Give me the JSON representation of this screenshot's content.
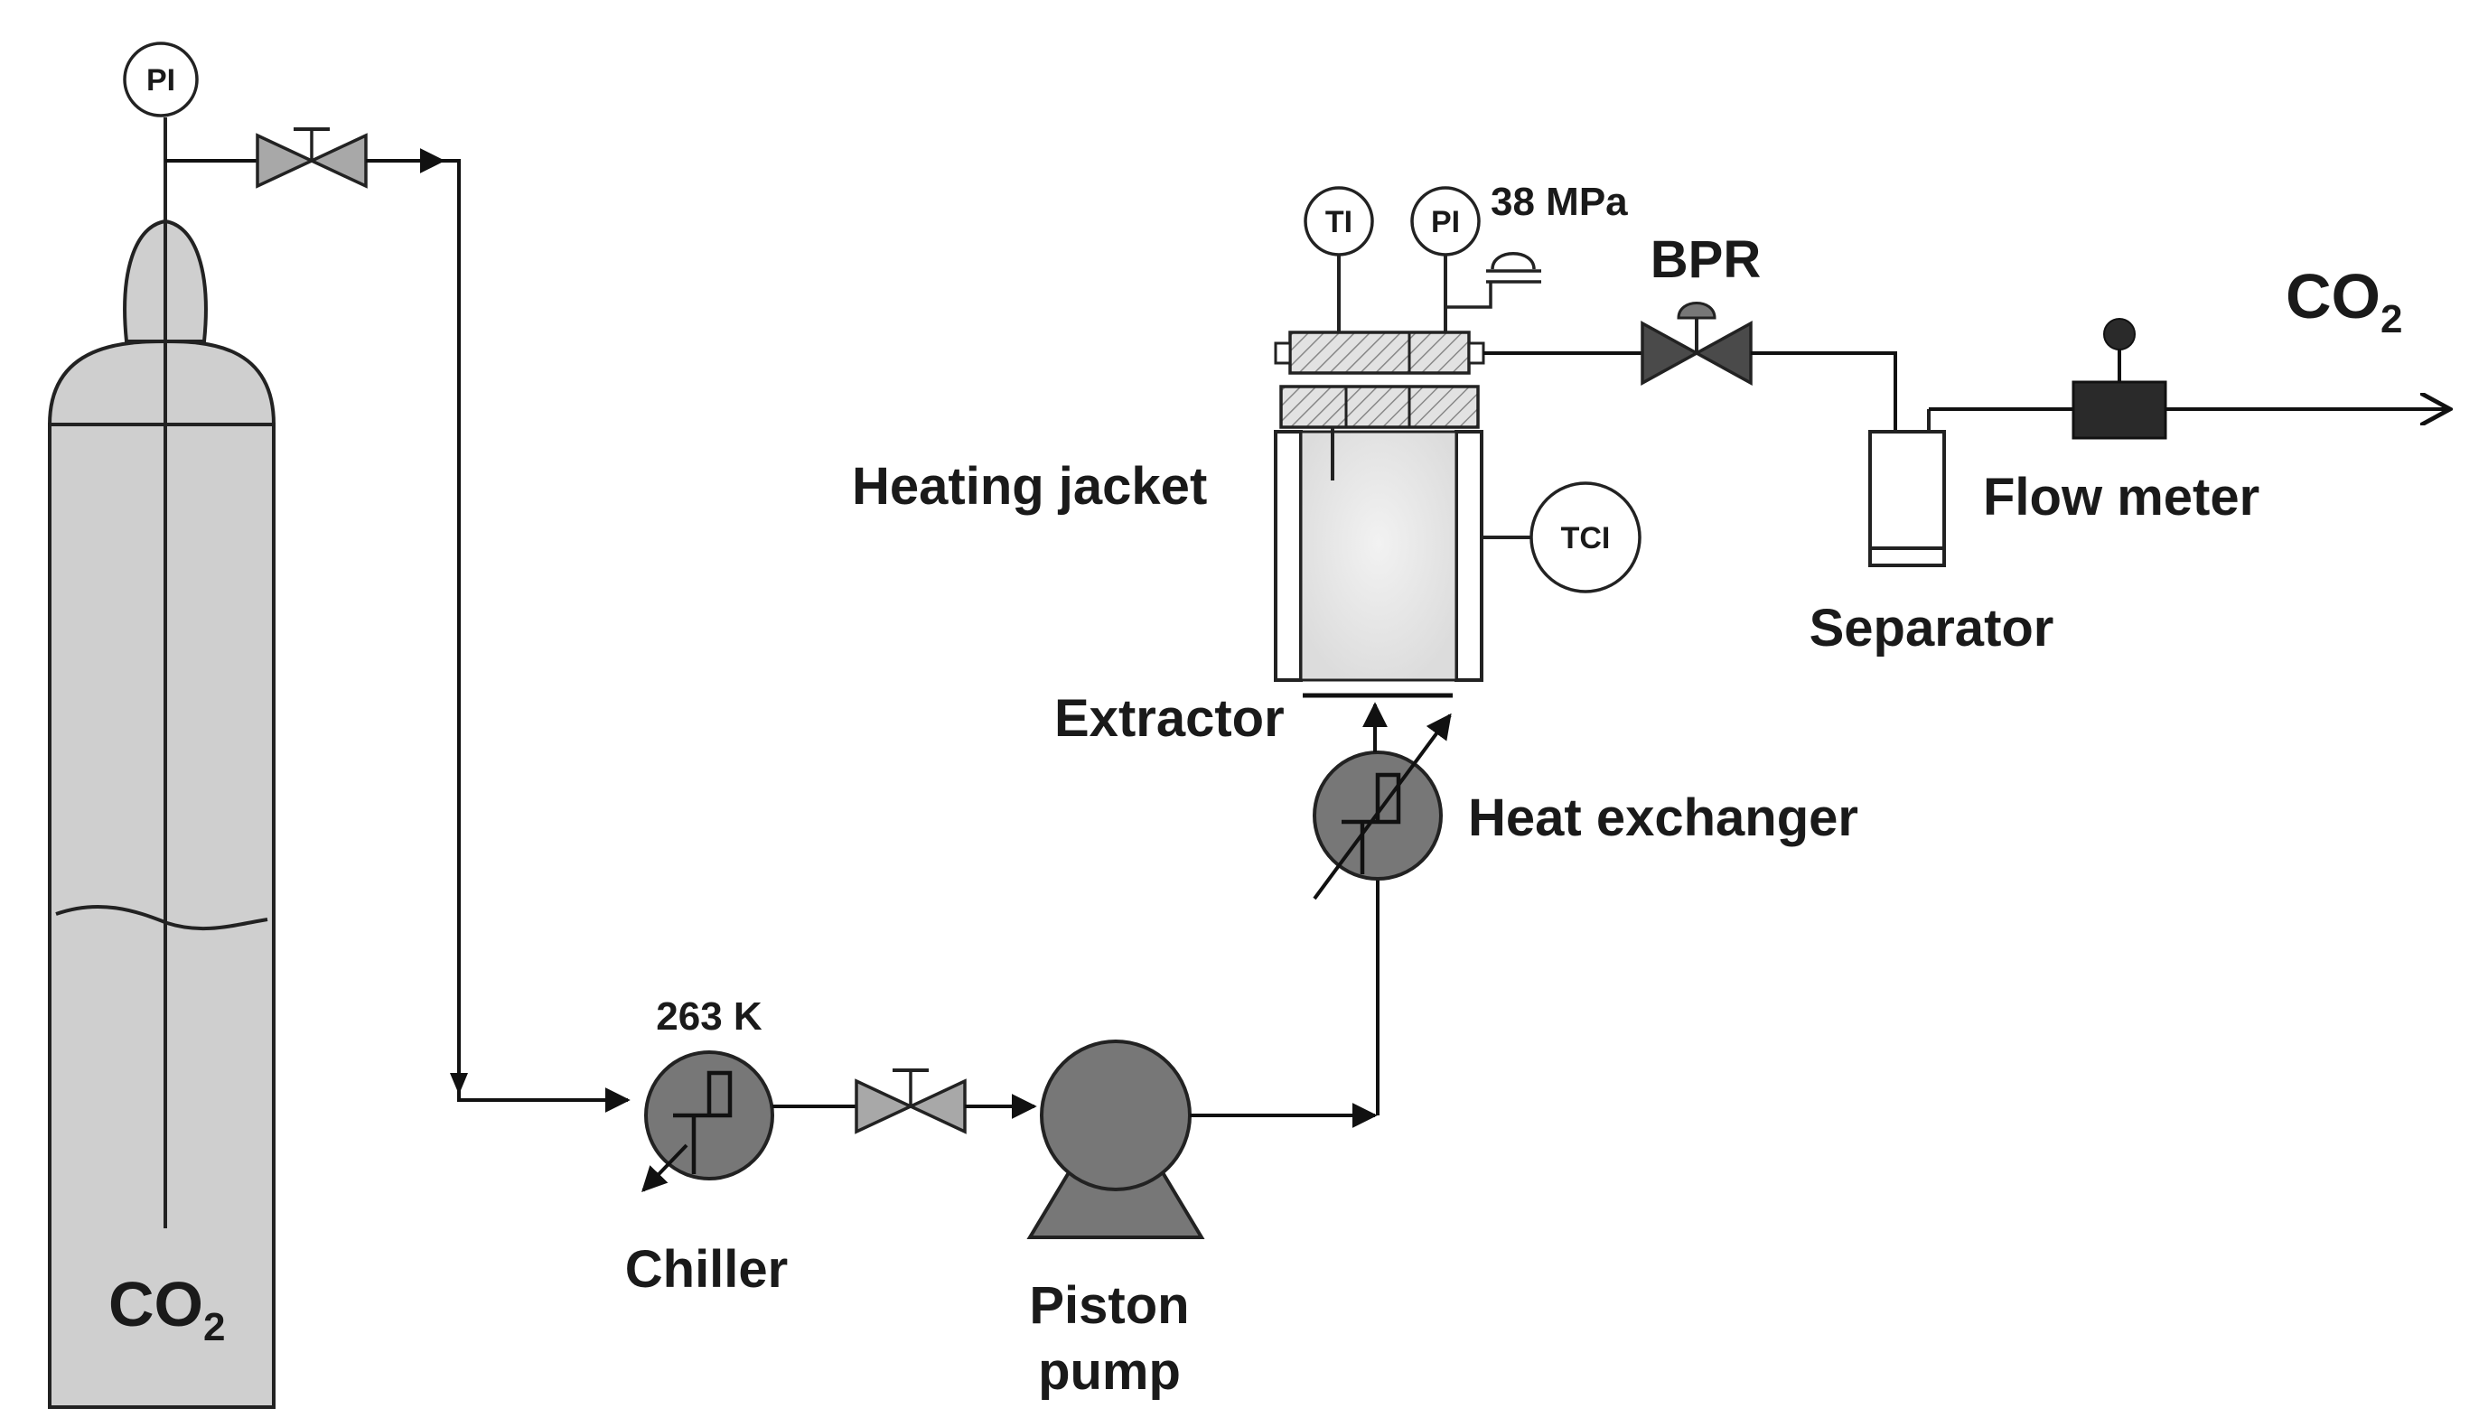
{
  "labels": {
    "co2_cylinder": "CO",
    "co2_cylinder_sub": "2",
    "co2_outlet": "CO",
    "co2_outlet_sub": "2",
    "chiller": "Chiller",
    "chiller_temp": "263 K",
    "piston_pump_line1": "Piston",
    "piston_pump_line2": "pump",
    "heat_exchanger": "Heat exchanger",
    "extractor": "Extractor",
    "heating_jacket": "Heating jacket",
    "pressure_setting": "38 MPa",
    "bpr": "BPR",
    "separator": "Separator",
    "flow_meter": "Flow meter"
  },
  "instruments": {
    "pi_cylinder": "PI",
    "ti_extractor": "TI",
    "pi_extractor": "PI",
    "tci_jacket": "TCI"
  },
  "colors": {
    "line": "#111111",
    "cylinder_fill": "#cfcfcf",
    "equipment_fill": "#777777",
    "valve_fill": "#a8a8a8",
    "bpr_fill": "#4a4a4a",
    "flow_meter_fill": "#2a2a2a",
    "hatch": "#888888"
  }
}
